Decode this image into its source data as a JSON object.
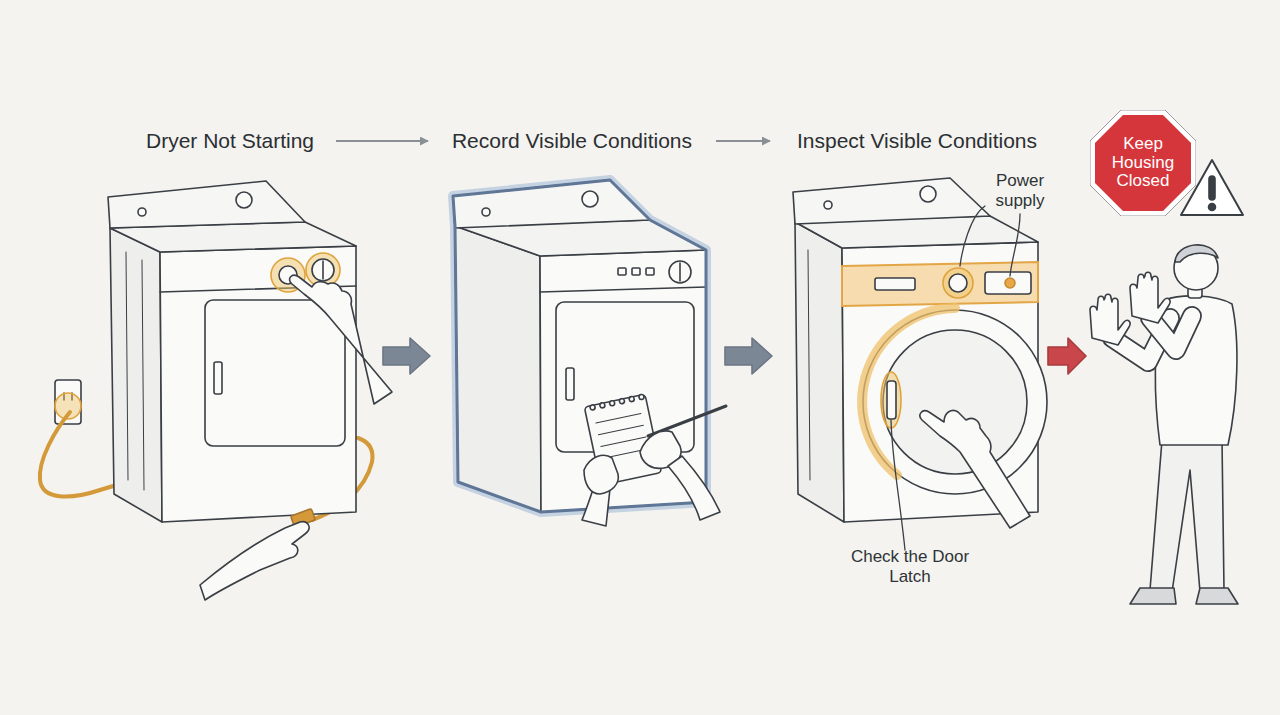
{
  "diagram": {
    "nodes": [
      {
        "text": [
          "Dryer Not Starting"
        ]
      },
      {
        "text": [
          "Record Visible Conditions"
        ]
      },
      {
        "text": [
          "Inspect Visible Conditions"
        ]
      },
      {
        "text": [
          "Keep Housing Closed"
        ]
      }
    ],
    "edges": [
      {
        "from": 0,
        "to": 1,
        "arrow": "to"
      },
      {
        "from": 1,
        "to": 2,
        "arrow": "to"
      }
    ],
    "labels": [
      "Power supply",
      "Check the Door Latch"
    ]
  }
}
